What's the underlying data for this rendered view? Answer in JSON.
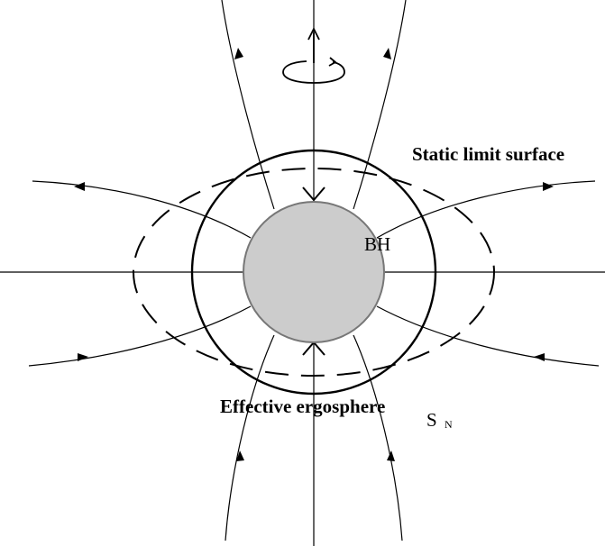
{
  "labels": {
    "static_limit": "Static limit surface",
    "black_hole": "BH",
    "ergosphere": "Effective ergosphere",
    "sn_main": "S",
    "sn_sub": "N"
  },
  "colors": {
    "line": "#000000",
    "black_hole_fill": "#cccccc",
    "black_hole_stroke": "#777777",
    "background": "#ffffff"
  }
}
